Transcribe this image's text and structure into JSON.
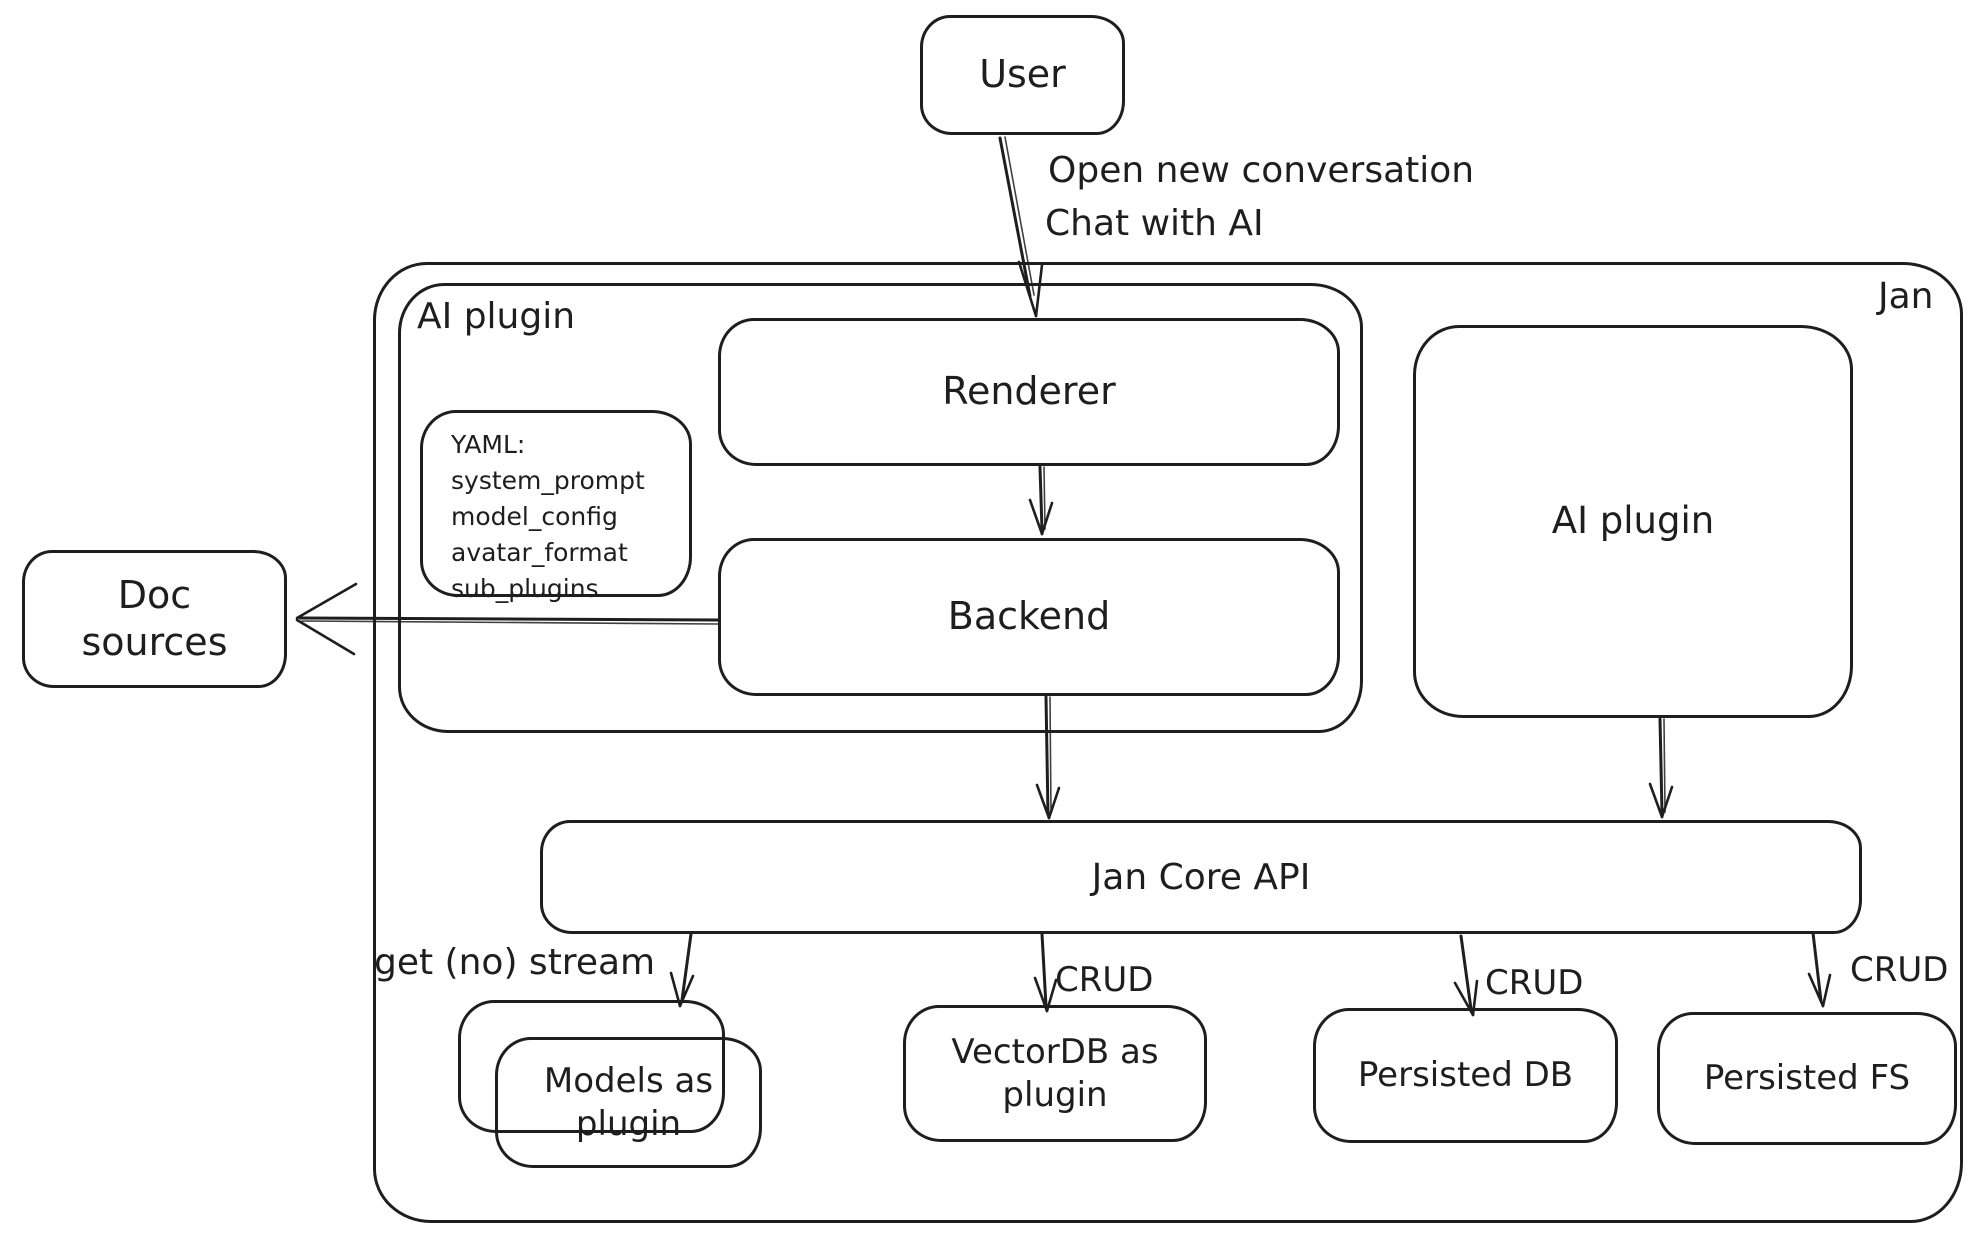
{
  "diagram": {
    "colors": {
      "stroke": "#1e1e1e",
      "background": "#ffffff"
    },
    "nodes": {
      "user": {
        "label": "User"
      },
      "jan_container": {
        "label": "Jan"
      },
      "ai_plugin_left": {
        "label": "AI plugin"
      },
      "yaml_note": {
        "lines": [
          "YAML:",
          "system_prompt",
          "model_config",
          "avatar_format",
          "sub_plugins"
        ]
      },
      "renderer": {
        "label": "Renderer"
      },
      "backend": {
        "label": "Backend"
      },
      "ai_plugin_right": {
        "label": "AI plugin"
      },
      "doc_sources": {
        "label": "Doc sources"
      },
      "jan_core_api": {
        "label": "Jan Core API"
      },
      "models_as_plugin": {
        "label": "Models as plugin"
      },
      "vectordb_as_plugin": {
        "label": "VectorDB as plugin"
      },
      "persisted_db": {
        "label": "Persisted DB"
      },
      "persisted_fs": {
        "label": "Persisted FS"
      }
    },
    "edge_labels": {
      "user_to_renderer_line1": "Open new conversation",
      "user_to_renderer_line2": "Chat with AI",
      "core_to_models": "get (no) stream",
      "core_to_vectordb": "CRUD",
      "core_to_persisted_db": "CRUD",
      "core_to_persisted_fs": "CRUD"
    }
  }
}
